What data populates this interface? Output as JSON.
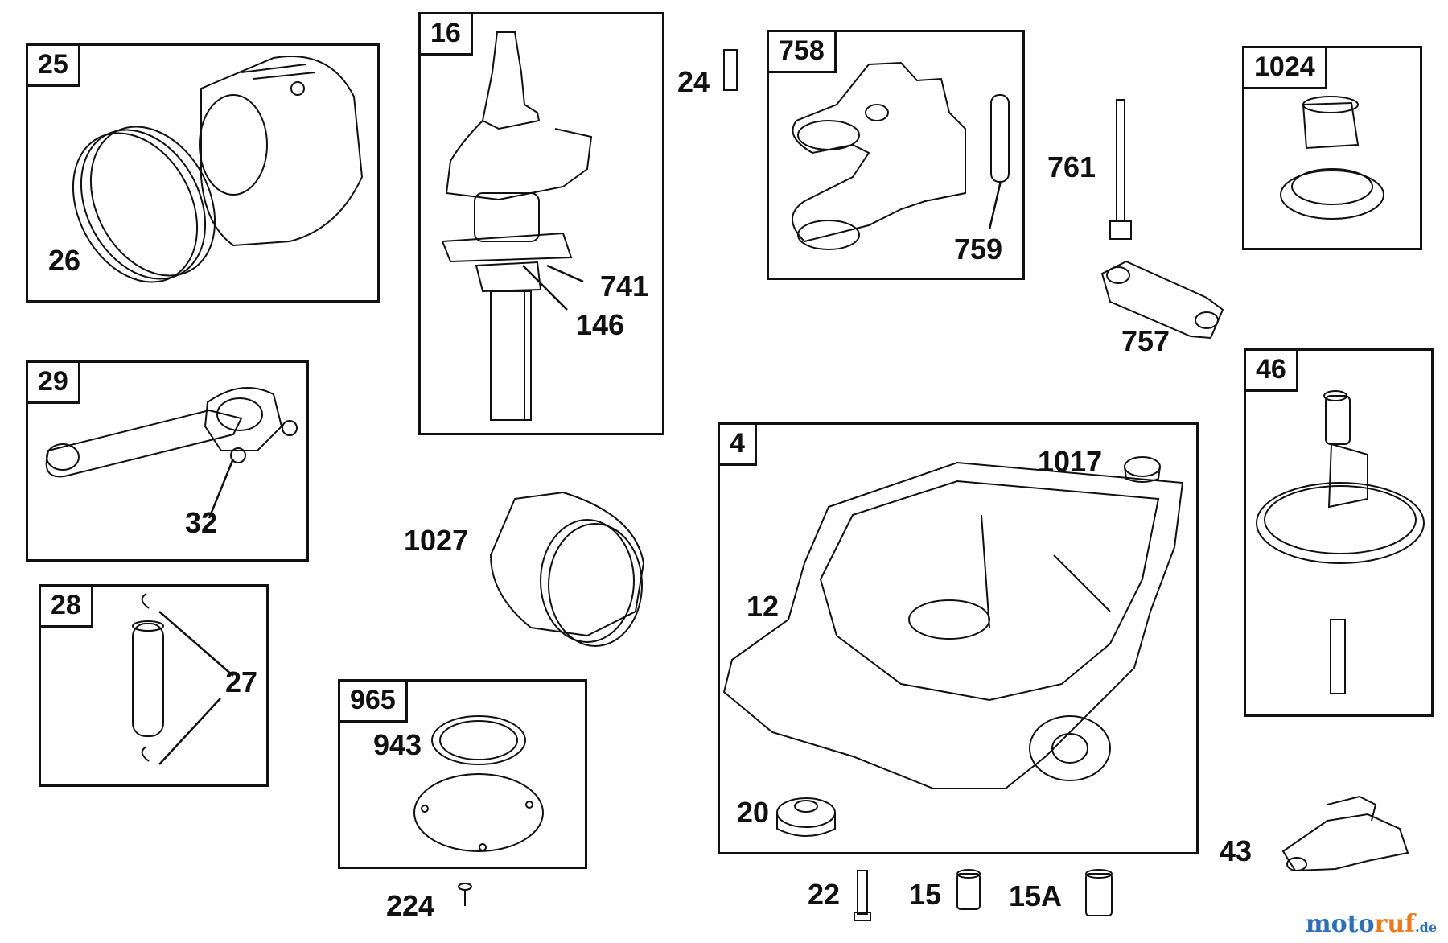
{
  "boxes": {
    "b25": "25",
    "b16": "16",
    "b758": "758",
    "b1024": "1024",
    "b29": "29",
    "b4": "4",
    "b46": "46",
    "b28": "28",
    "b965": "965"
  },
  "parts": {
    "p24": "24",
    "p26": "26",
    "p741": "741",
    "p146": "146",
    "p759": "759",
    "p761": "761",
    "p757": "757",
    "p32": "32",
    "p1017": "1017",
    "p1027": "1027",
    "p12": "12",
    "p27": "27",
    "p943": "943",
    "p20": "20",
    "p43": "43",
    "p224": "224",
    "p22": "22",
    "p15": "15",
    "p15a": "15A"
  },
  "watermark": {
    "part1": "moto",
    "part2": "ruf",
    "suffix": ".de"
  }
}
